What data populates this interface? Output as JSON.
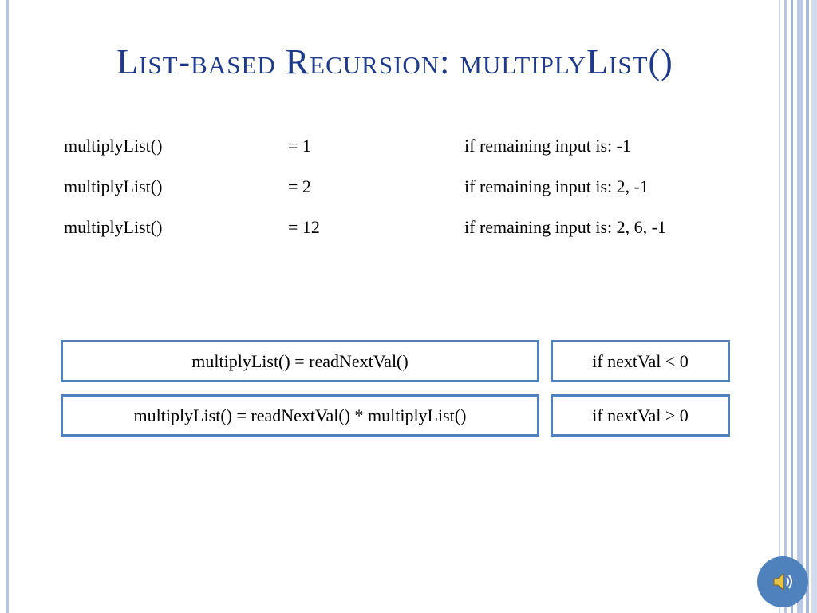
{
  "slide": {
    "title": "List-based Recursion: multiplyList()",
    "rows": [
      {
        "func": "multiplyList()",
        "value": "= 1",
        "condition": "if remaining input is: -1"
      },
      {
        "func": "multiplyList()",
        "value": "= 2",
        "condition": "if remaining input is: 2, -1"
      },
      {
        "func": "multiplyList()",
        "value": "= 12",
        "condition": "if remaining input is: 2, 6, -1"
      }
    ],
    "boxes": {
      "base_expr": "multiplyList() = readNextVal()",
      "base_cond": "if nextVal < 0",
      "rec_expr": "multiplyList() = readNextVal() * multiplyList()",
      "rec_cond": "if nextVal > 0"
    },
    "audio_icon": "speaker-icon",
    "accent_color": "#4f81bd",
    "title_color": "#1f3a8a"
  }
}
